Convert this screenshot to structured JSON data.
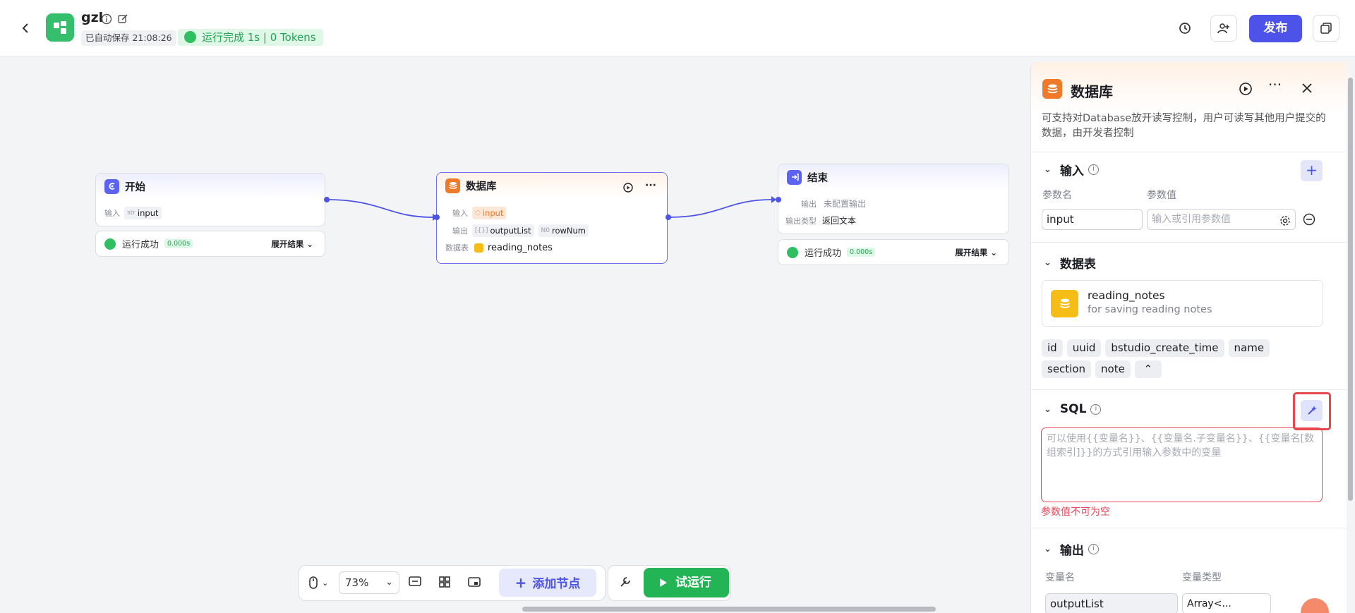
{
  "app": {
    "name": "gzl",
    "autosave": "已自动保存 21:08:26",
    "run_status": "运行完成 1s | 0 Tokens",
    "publish_label": "发布"
  },
  "colors": {
    "accent": "#4d53e8",
    "success": "#22b455",
    "error": "#e8485a",
    "db_orange": "#f07a2a"
  },
  "nodes": {
    "start": {
      "title": "开始",
      "input_label": "输入",
      "input_type": "str",
      "input_value": "input",
      "status": "运行成功",
      "time": "0.000s",
      "expand": "展开结果"
    },
    "db": {
      "title": "数据库",
      "input_label": "输入",
      "input_value": "input",
      "output_label": "输出",
      "out1_type": "[{}]",
      "out1": "outputList",
      "out2_type": "N0",
      "out2": "rowNum",
      "table_label": "数据表",
      "table_value": "reading_notes"
    },
    "end": {
      "title": "结束",
      "output_label": "输出",
      "output_value": "未配置输出",
      "output_type_label": "输出类型",
      "output_type_value": "返回文本",
      "status": "运行成功",
      "time": "0.000s",
      "expand": "展开结果"
    }
  },
  "toolbar": {
    "zoom": "73%",
    "add_node": "添加节点",
    "trial_run": "试运行"
  },
  "panel": {
    "title": "数据库",
    "description": "可支持对Database放开读写控制，用户可读写其他用户提交的数据，由开发者控制",
    "input_section": {
      "title": "输入",
      "param_name_header": "参数名",
      "param_value_header": "参数值",
      "param_name": "input",
      "param_value_placeholder": "输入或引用参数值"
    },
    "table_section": {
      "title": "数据表",
      "table_name": "reading_notes",
      "table_desc": "for saving reading notes",
      "fields": [
        "id",
        "uuid",
        "bstudio_create_time",
        "name",
        "section",
        "note"
      ]
    },
    "sql_section": {
      "title": "SQL",
      "placeholder": "可以使用{{变量名}}、{{变量名.子变量名}}、{{变量名[数组索引]}}的方式引用输入参数中的变量",
      "error": "参数值不可为空"
    },
    "output_section": {
      "title": "输出",
      "var_name_header": "变量名",
      "var_type_header": "变量类型",
      "var_name": "outputList",
      "var_type": "Array<..."
    }
  }
}
